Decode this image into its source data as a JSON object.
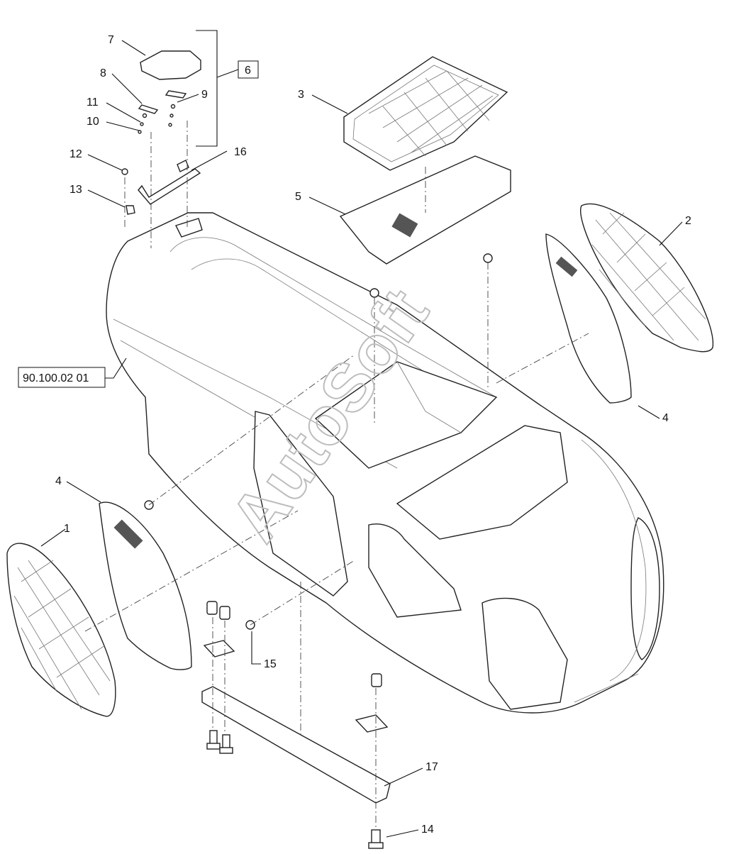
{
  "callouts": {
    "c1": "1",
    "c2": "2",
    "c3": "3",
    "c4_left": "4",
    "c4_right": "4",
    "c5": "5",
    "c6": "6",
    "c7": "7",
    "c8": "8",
    "c9": "9",
    "c10": "10",
    "c11": "11",
    "c12": "12",
    "c13": "13",
    "c14": "14",
    "c15": "15",
    "c16": "16",
    "c17": "17"
  },
  "reference": "90.100.02 01",
  "watermark": "AutoSoft"
}
